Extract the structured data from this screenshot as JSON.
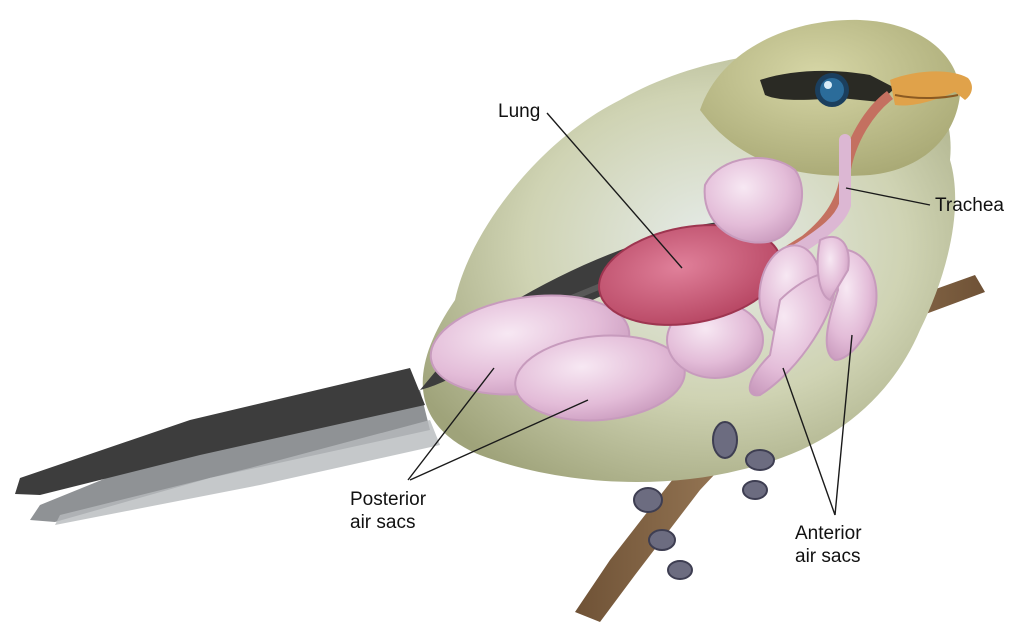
{
  "labels": {
    "lung": "Lung",
    "trachea": "Trachea",
    "posterior_line1": "Posterior",
    "posterior_line2": "air sacs",
    "anterior_line1": "Anterior",
    "anterior_line2": "air sacs"
  },
  "colors": {
    "body": "#c9c9a4",
    "head": "#bfc08a",
    "chest": "#e3ebea",
    "wing_dark": "#3d3d3d",
    "tail_gray": "#8f9295",
    "lung": "#c95a73",
    "air_sac": "#e4bfdb",
    "air_sac_outline": "#c79bbd",
    "beak": "#e0a24a",
    "eye": "#2b6c9a",
    "branch": "#8a6a4c",
    "leader_line": "#1a1a1a"
  }
}
